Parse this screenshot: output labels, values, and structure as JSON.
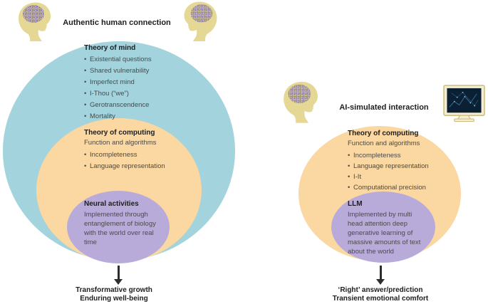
{
  "left_panel": {
    "title": "Authentic human connection",
    "sections": {
      "mind": {
        "heading": "Theory of mind",
        "items": [
          "Existential questions",
          "Shared vulnerability",
          "Imperfect mind",
          "I-Thou (“we”)",
          "Gerotranscendence",
          "Mortality"
        ],
        "fill": "#a3d3dc"
      },
      "computing": {
        "heading": "Theory of computing",
        "subheading": "Function and algorithms",
        "items": [
          "Incompleteness",
          "Language representation"
        ],
        "fill": "#fbd7a1"
      },
      "neural": {
        "heading": "Neural activities",
        "body": "Implemented through entanglement of biology with the world over real time",
        "fill": "#b9abd9"
      }
    },
    "outcome": {
      "line1": "Transformative growth",
      "line2": "Enduring well-being"
    }
  },
  "right_panel": {
    "title": "AI-simulated interaction",
    "sections": {
      "computing": {
        "heading": "Theory of computing",
        "subheading": "Function and algorithms",
        "items": [
          "Incompleteness",
          "Language representation",
          "I-It",
          "Computational precision"
        ],
        "fill": "#fbd7a1"
      },
      "llm": {
        "heading": "LLM",
        "body": "Implemented by multi head attention deep generative learning of massive amounts of text about the world",
        "fill": "#b9abd9"
      }
    },
    "outcome": {
      "line1": "‘Right’ answer/prediction",
      "line2": "Transient emotional comfort"
    }
  },
  "icons": {
    "human_head_brain": {
      "shape": "side-profile head with maze brain",
      "head_color": "#e5d794",
      "brain_color": "#7f6fb0"
    },
    "computer_monitor": {
      "shape": "monitor showing neural network",
      "frame_color": "#f5eed3",
      "frame_border": "#ccbd7e",
      "screen_color": "#0c2033",
      "network_color": "#4a92c3"
    }
  },
  "colors": {
    "arrow": "#2d2d2d",
    "heading_text": "#1e1e1e",
    "body_text": "#4a4a4a",
    "background": "#ffffff"
  }
}
